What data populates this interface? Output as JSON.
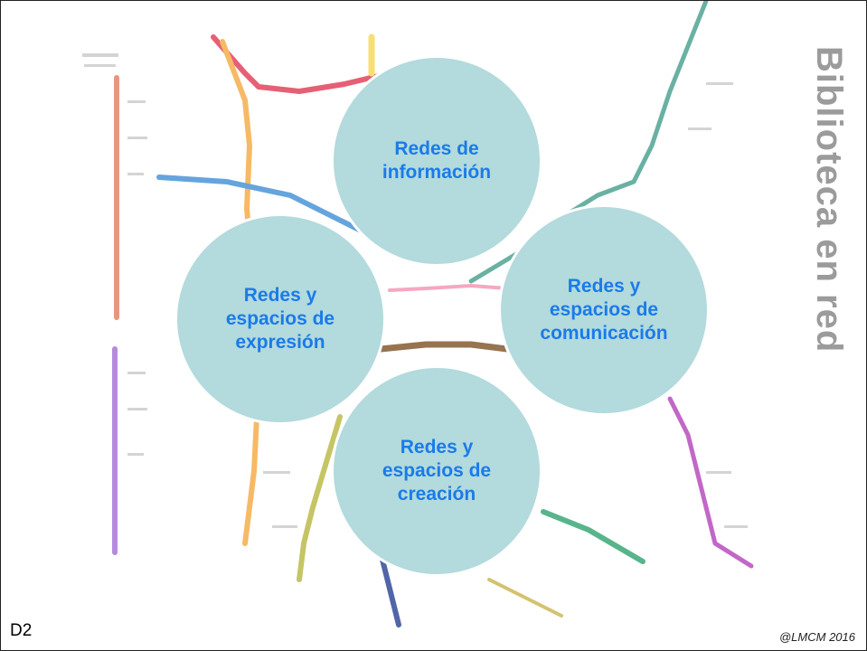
{
  "slide": {
    "title_vertical": "Biblioteca en red",
    "code": "D2",
    "credit": "@LMCM 2016"
  },
  "diagram": {
    "circles": [
      {
        "id": "top",
        "label": "Redes de\ninformación"
      },
      {
        "id": "left",
        "label": "Redes y\nespacios de\nexpresión"
      },
      {
        "id": "right",
        "label": "Redes y\nespacios de\ncomunicación"
      },
      {
        "id": "bottom",
        "label": "Redes y\nespacios de\ncreación"
      }
    ]
  },
  "colors": {
    "circle_fill": "#b3dadc",
    "circle_text": "#1a7bea",
    "vertical_title": "#9b9b9b"
  },
  "background": {
    "description_icon": "metro-map-illustration"
  }
}
